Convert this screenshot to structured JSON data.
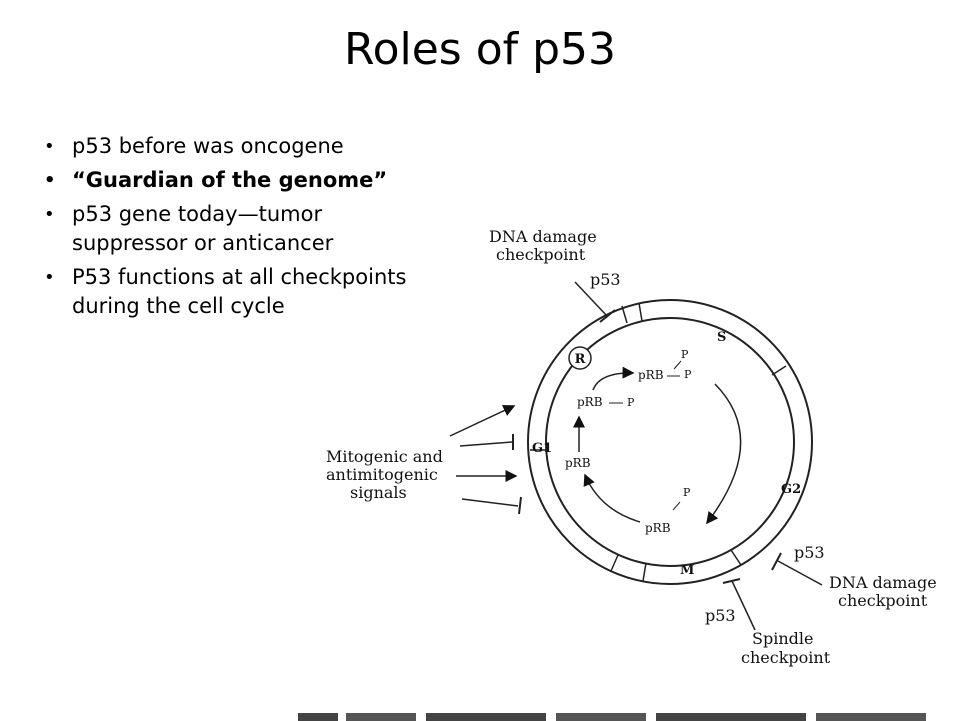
{
  "slide": {
    "title": "Roles of p53",
    "bullets": [
      {
        "text": "p53 before was oncogene",
        "bold": false
      },
      {
        "text": "“Guardian of the genome”",
        "bold": true
      },
      {
        "text": "p53  gene today—tumor suppressor or anticancer",
        "bold": false
      },
      {
        "text": "P53 functions at all checkpoints during the cell cycle",
        "bold": false
      }
    ],
    "bullet_glyph": "•"
  },
  "diagram": {
    "dna_damage_top": [
      "DNA damage",
      "checkpoint"
    ],
    "p53_top": "p53",
    "phase_r": "R",
    "phase_s": "S",
    "phase_g1": "G1",
    "phase_g2": "G2",
    "phase_m": "M",
    "prb_pp": "pRB",
    "p_label": "P",
    "prb_p": "pRB",
    "prb_left": "pRB",
    "prb_bottom": "pRB",
    "signals": [
      "Mitogenic and",
      "antimitogenic",
      "signals"
    ],
    "p53_right": "p53",
    "dna_damage_right": [
      "DNA damage",
      "checkpoint"
    ],
    "p53_bottom": "p53",
    "spindle": [
      "Spindle",
      "checkpoint"
    ]
  }
}
